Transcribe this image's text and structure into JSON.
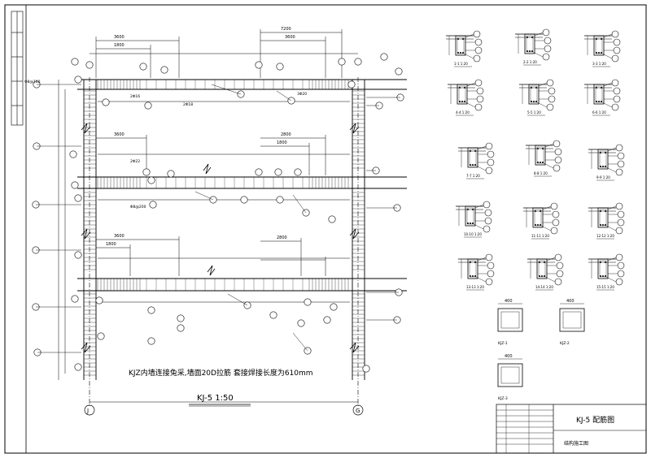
{
  "drawing": {
    "general_note": "KJZ内墙连接兔采,墙面20D拉筋  套接焊接长度为610mm",
    "frame_title": "KJ-5 1:50",
    "grid_axis_left": "J",
    "grid_axis_right": "G",
    "dim_labels_top": [
      "3600",
      "7200",
      "1800",
      "3600"
    ],
    "dim_labels_floor2": [
      "3600",
      "2800",
      "1800"
    ],
    "dim_labels_floor3": [
      "3600",
      "1800",
      "2800"
    ],
    "rebar_labels": [
      "2Φ16",
      "2Φ18",
      "3Φ20",
      "2Φ22",
      "Φ8@100",
      "Φ8@200"
    ]
  },
  "sections": {
    "labels": [
      "1-1 1:20",
      "2-2 1:20",
      "3-3 1:20",
      "4-4 1:20",
      "5-5 1:20",
      "6-6 1:20",
      "7-7 1:20",
      "8-8 1:20",
      "9-9 1:20",
      "10-10 1:20",
      "11-11 1:20",
      "12-12 1:20",
      "13-13 1:20",
      "14-14 1:20",
      "15-15 1:20"
    ],
    "column_labels": [
      "KJZ-1",
      "KJZ-2",
      "KJZ-3"
    ],
    "col_dim": "400"
  },
  "title_block": {
    "title": "KJ-5 配筋图",
    "subtitle": "结构施工图"
  }
}
